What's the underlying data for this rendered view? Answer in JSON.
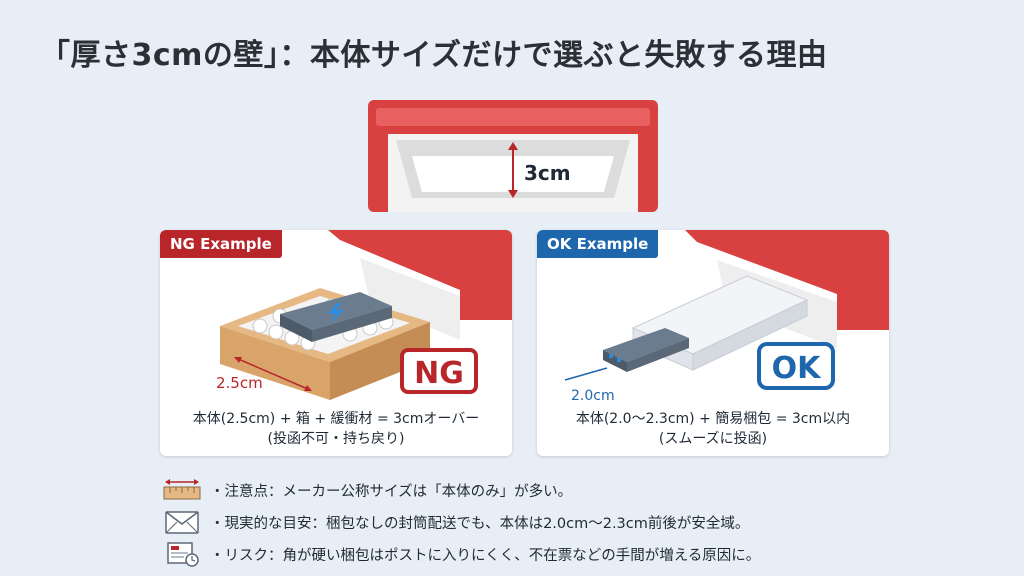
{
  "title": "「厚さ3cmの壁」：本体サイズだけで選ぶと失敗する理由",
  "mailbox": {
    "slot_label": "3cm"
  },
  "ng": {
    "tag": "NG Example",
    "stamp": "NG",
    "dimension": "2.5cm",
    "caption_line1": "本体(2.5cm) + 箱 + 緩衝材 = 3cmオーバー",
    "caption_line2": "(投函不可・持ち戻り)"
  },
  "ok": {
    "tag": "OK Example",
    "stamp": "OK",
    "dimension": "2.0cm",
    "caption_line1": "本体(2.0〜2.3cm) + 簡易梱包 = 3cm以内",
    "caption_line2": "(スムーズに投函)"
  },
  "bullets": [
    {
      "icon": "ruler-icon",
      "text": "・注意点：メーカー公称サイズは「本体のみ」が多い。"
    },
    {
      "icon": "envelope-icon",
      "text": "・現実的な目安：梱包なしの封筒配送でも、本体は2.0cm〜2.3cm前後が安全域。"
    },
    {
      "icon": "delivery-notice-icon",
      "text": "・リスク：角が硬い梱包はポストに入りにくく、不在票などの手間が増える原因に。"
    }
  ],
  "colors": {
    "ng_red": "#b8262a",
    "ok_blue": "#1f67ad",
    "mailbox_red": "#d94141",
    "background": "#e8eef5"
  }
}
